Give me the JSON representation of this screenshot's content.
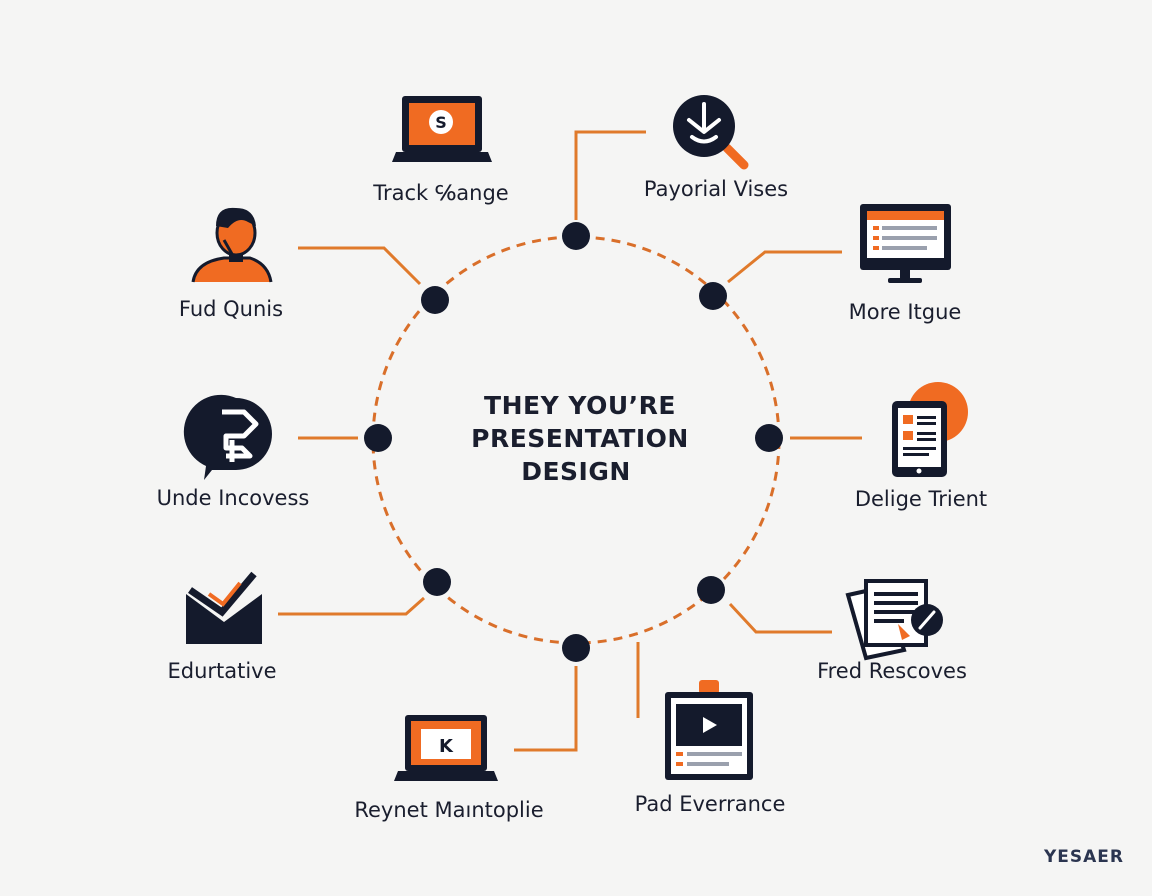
{
  "title_lines": [
    "THEY YOU’RE",
    "PRESENTATION",
    "DESIGN"
  ],
  "brand": "YESAER",
  "colors": {
    "accent": "#f06b22",
    "dark": "#141a2c",
    "connector": "#e07a2b",
    "background": "#f5f5f4"
  },
  "items": [
    {
      "id": "track",
      "label": "Track ℅ange",
      "icon": "laptop-icon",
      "glyph": "S"
    },
    {
      "id": "payorial",
      "label": "Payorial Vises",
      "icon": "magnifier-icon"
    },
    {
      "id": "more",
      "label": "More Itgue",
      "icon": "monitor-icon"
    },
    {
      "id": "delige",
      "label": "Delige Trient",
      "icon": "tablet-icon"
    },
    {
      "id": "fred",
      "label": "Fred Rescoves",
      "icon": "documents-icon"
    },
    {
      "id": "pad",
      "label": "Pad Everrance",
      "icon": "video-board-icon"
    },
    {
      "id": "reynet",
      "label": "Reynet Maıntoplie",
      "icon": "laptop-icon",
      "glyph": "K"
    },
    {
      "id": "edurtative",
      "label": "Edurtative",
      "icon": "envelope-icon"
    },
    {
      "id": "unde",
      "label": "Unde Incovess",
      "icon": "chat-bubble-icon"
    },
    {
      "id": "fud",
      "label": "Fud Qunis",
      "icon": "person-icon"
    }
  ]
}
